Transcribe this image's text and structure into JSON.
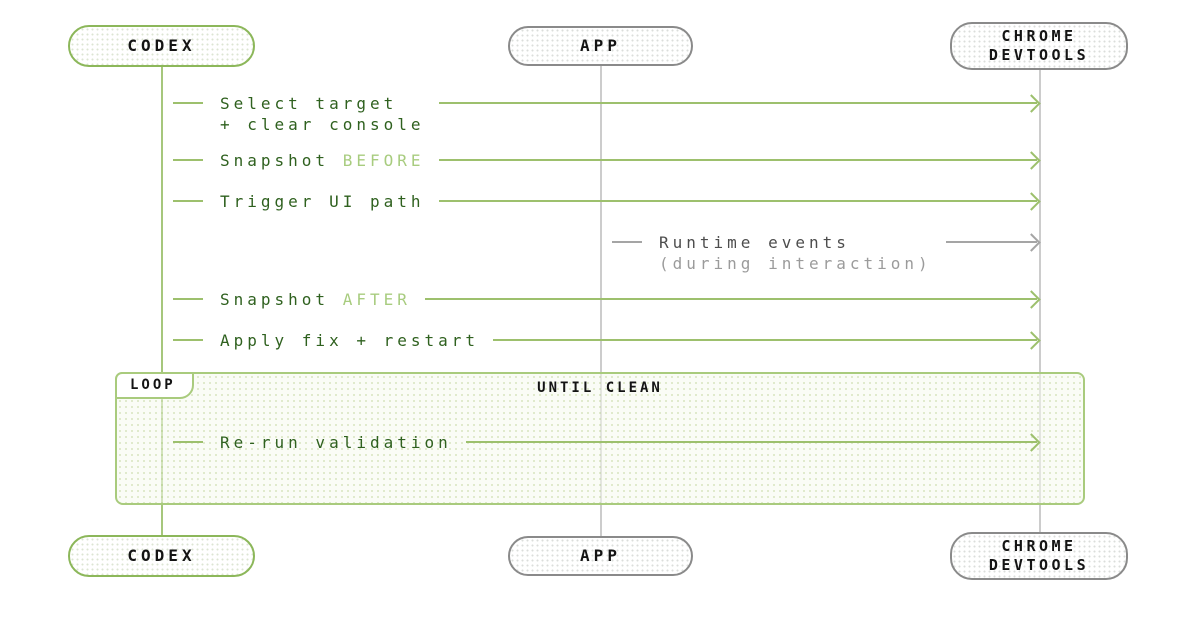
{
  "diagram": {
    "type": "sequence-diagram",
    "actors": {
      "codex": {
        "label": "CODEX"
      },
      "app": {
        "label": "APP"
      },
      "devtools": {
        "label": "CHROME\nDEVTOOLS"
      }
    },
    "messages": {
      "select_target": {
        "line1": "Select target",
        "line2": "+ clear console",
        "from": "CODEX",
        "to": "CHROME DEVTOOLS"
      },
      "snapshot_before": {
        "text": "Snapshot",
        "accent": "BEFORE",
        "from": "CODEX",
        "to": "CHROME DEVTOOLS"
      },
      "trigger_ui_path": {
        "text": "Trigger UI path",
        "from": "CODEX",
        "to": "CHROME DEVTOOLS"
      },
      "runtime_events": {
        "line1": "Runtime events",
        "line2": "(during interaction)",
        "from": "APP",
        "to": "CHROME DEVTOOLS"
      },
      "snapshot_after": {
        "text": "Snapshot",
        "accent": "AFTER",
        "from": "CODEX",
        "to": "CHROME DEVTOOLS"
      },
      "apply_fix": {
        "text": "Apply fix + restart",
        "from": "CODEX",
        "to": "CHROME DEVTOOLS"
      },
      "rerun_validation": {
        "text": "Re-run validation",
        "from": "CODEX",
        "to": "CHROME DEVTOOLS"
      }
    },
    "loop": {
      "tag": "LOOP",
      "condition": "UNTIL CLEAN"
    },
    "colors": {
      "green_border": "#8cb75a",
      "green_line": "#9dc06d",
      "green_text": "#2f611f",
      "green_accent": "#a8cc7f",
      "gray_border": "#8a8a8a",
      "gray_line": "#a5a5a5",
      "gray_text": "#4d4d4d",
      "gray_muted": "#9b9b9b",
      "actor_text": "#141414"
    }
  }
}
